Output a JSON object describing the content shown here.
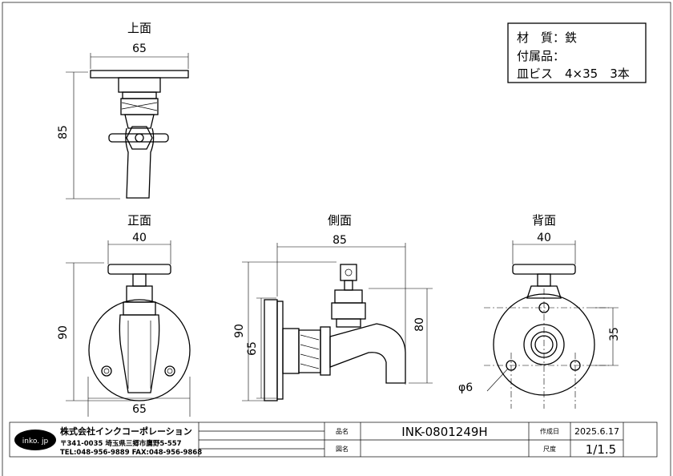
{
  "views": {
    "top": {
      "title": "上面",
      "width_dim": "65",
      "height_dim": "85"
    },
    "front": {
      "title": "正面",
      "top_dim": "40",
      "bottom_dim": "65",
      "height_dim": "90"
    },
    "side": {
      "title": "側面",
      "width_dim": "85",
      "height_dim_outer": "90",
      "height_dim_inner": "65",
      "height_dim_right": "80"
    },
    "back": {
      "title": "背面",
      "top_dim": "40",
      "hole_dim": "35",
      "hole_diameter": "φ6"
    }
  },
  "spec": {
    "material": "材　質：鉄",
    "accessories": "付属品：",
    "screws": "皿ビス　4×35　3本"
  },
  "title_block": {
    "logo": "inko. jp",
    "company": "株式会社インクコーポレーション",
    "address": "〒341-0035 埼玉県三郷市鷹野5-557",
    "contact": "TEL:048-956-9889  FAX:048-956-9868",
    "product_label": "品名",
    "product_value": "INK-0801249H",
    "drawing_label": "図名",
    "drawing_value": "",
    "date_label": "作成日",
    "date_value": "2025.6.17",
    "scale_label": "尺度",
    "scale_value": "1/1.5"
  }
}
